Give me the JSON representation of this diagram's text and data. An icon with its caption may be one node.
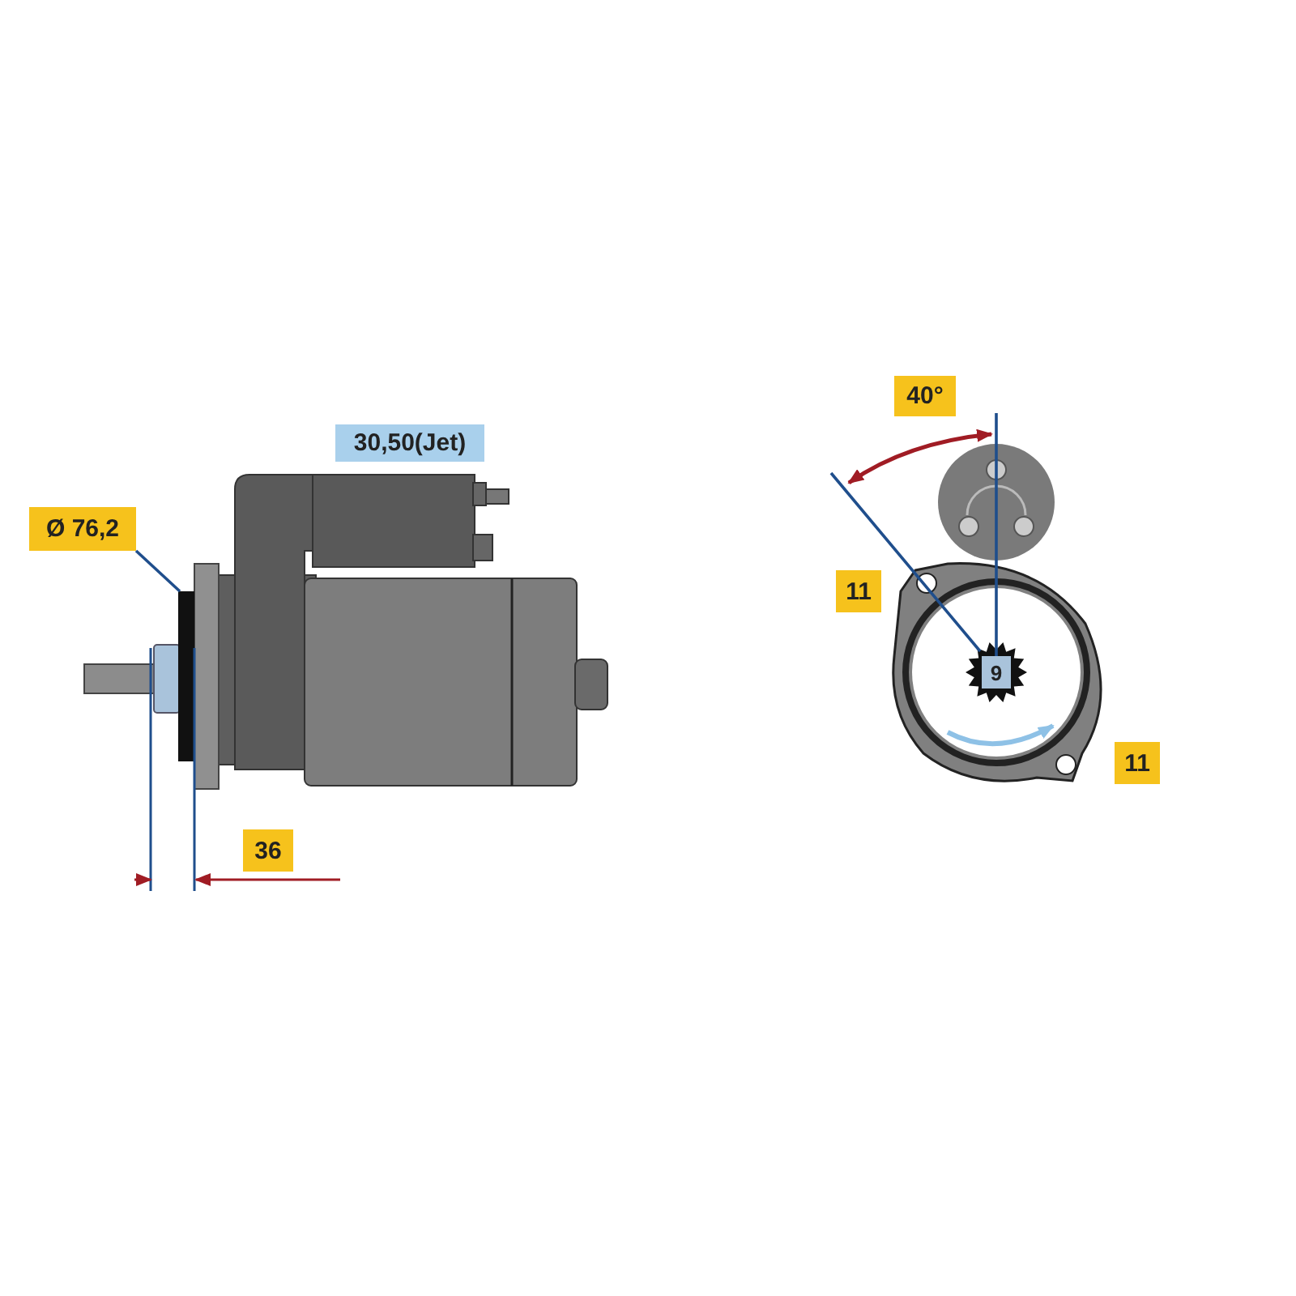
{
  "diagram": {
    "nodes": [
      {
        "text": [
          "Ø 76,2"
        ]
      },
      {
        "text": [],
        "shape": "bar"
      }
    ],
    "edges": [
      {
        "from": 0,
        "to": 1,
        "arrow": "none"
      }
    ],
    "labels": [
      "30,50(Jet)",
      "36",
      "40°",
      "11",
      "9",
      "11"
    ]
  }
}
